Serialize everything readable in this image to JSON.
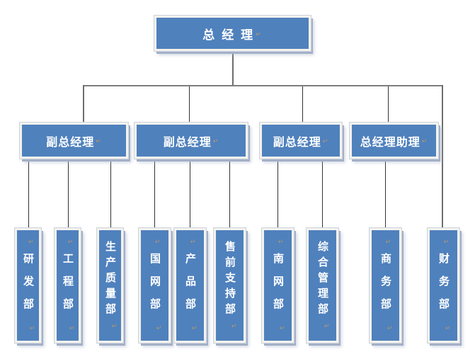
{
  "marks": {
    "paragraph": "↵"
  },
  "colors": {
    "box_fill": "#4f81bd",
    "box_border": "#f4f2ee",
    "box_shadow": "#a3b0c7",
    "box_text": "#ffffff",
    "connector_line": "#555555",
    "paragraph_mark": "#b4986a",
    "background": "#ffffff"
  },
  "org": {
    "type": "org-chart",
    "root": {
      "label": "总 经 理"
    },
    "managers": [
      {
        "label": "副总经理",
        "departments": [
          {
            "label": "研发部"
          },
          {
            "label": "工程部"
          },
          {
            "label": "生产质量部"
          }
        ]
      },
      {
        "label": "副总经理",
        "departments": [
          {
            "label": "国网部"
          },
          {
            "label": "产品部"
          },
          {
            "label": "售前支持部"
          }
        ]
      },
      {
        "label": "副总经理",
        "departments": [
          {
            "label": "南网部"
          },
          {
            "label": "综合管理部"
          }
        ]
      },
      {
        "label": "总经理助理",
        "departments": [
          {
            "label": "商务部"
          }
        ]
      }
    ],
    "root_departments": [
      {
        "label": "财务部"
      }
    ]
  }
}
